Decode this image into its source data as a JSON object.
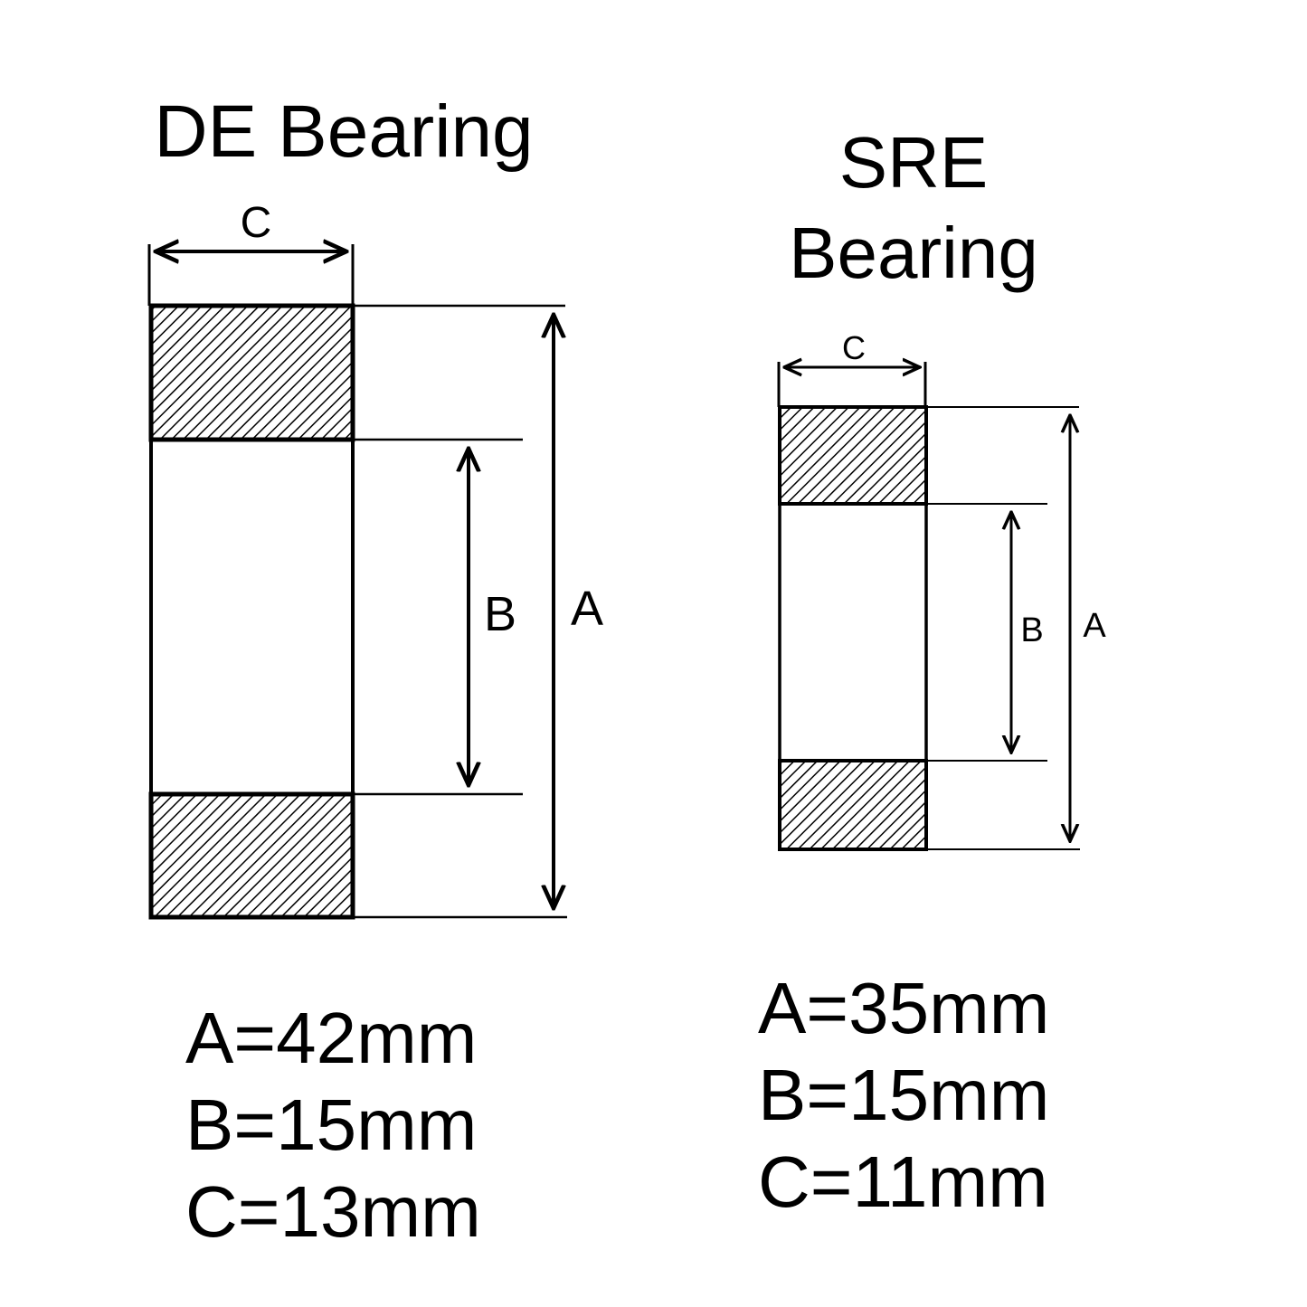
{
  "de": {
    "title": "DE Bearing",
    "labels": {
      "c": "C",
      "b": "B",
      "a": "A"
    },
    "dimensions": [
      "A=42mm",
      "B=15mm",
      "C=13mm"
    ]
  },
  "sre": {
    "title_line1": "SRE",
    "title_line2": "Bearing",
    "labels": {
      "c": "C",
      "b": "B",
      "a": "A"
    },
    "dimensions": [
      "A=35mm",
      "B=15mm",
      "C=11mm"
    ]
  }
}
